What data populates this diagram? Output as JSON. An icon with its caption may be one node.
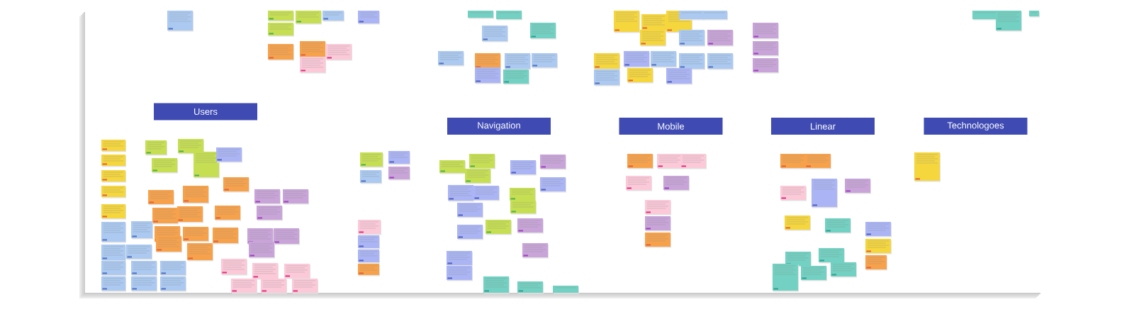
{
  "diagram": {
    "nodes": [
      {
        "text": [
          "Users"
        ]
      },
      {
        "text": [
          "Navigation"
        ]
      },
      {
        "text": [
          "Mobile"
        ]
      },
      {
        "text": [
          "Linear"
        ]
      },
      {
        "text": [
          "Technologoes"
        ]
      }
    ]
  }
}
